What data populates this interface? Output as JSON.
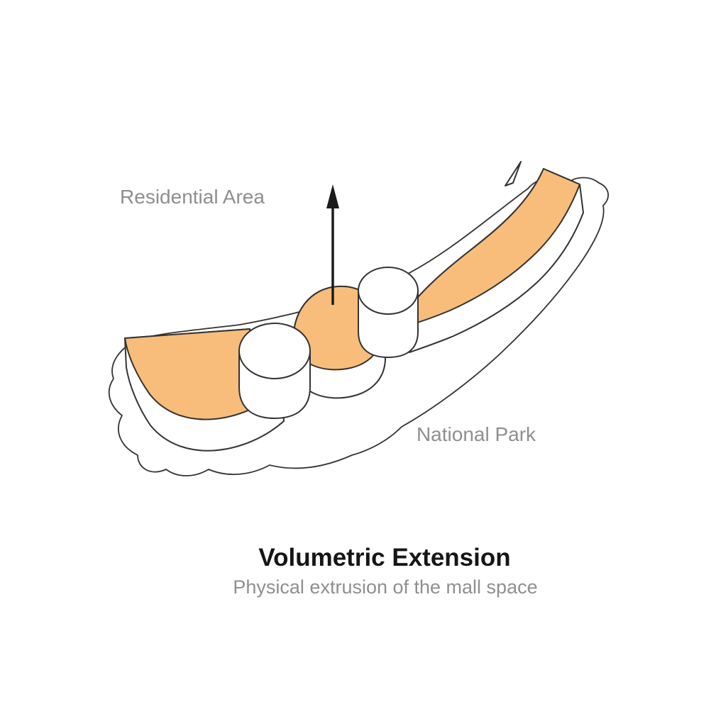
{
  "colors": {
    "background": "#ffffff",
    "accent_orange": "#f8bd7a",
    "outline": "#333333",
    "label_gray": "#8f8f8f",
    "title_color": "#161616",
    "arrow_black": "#1b1b1b"
  },
  "diagram": {
    "residential_label": "Residential Area",
    "park_label": "National Park"
  },
  "caption": {
    "title": "Volumetric Extension",
    "subtitle": "Physical extrusion of the mall space"
  }
}
